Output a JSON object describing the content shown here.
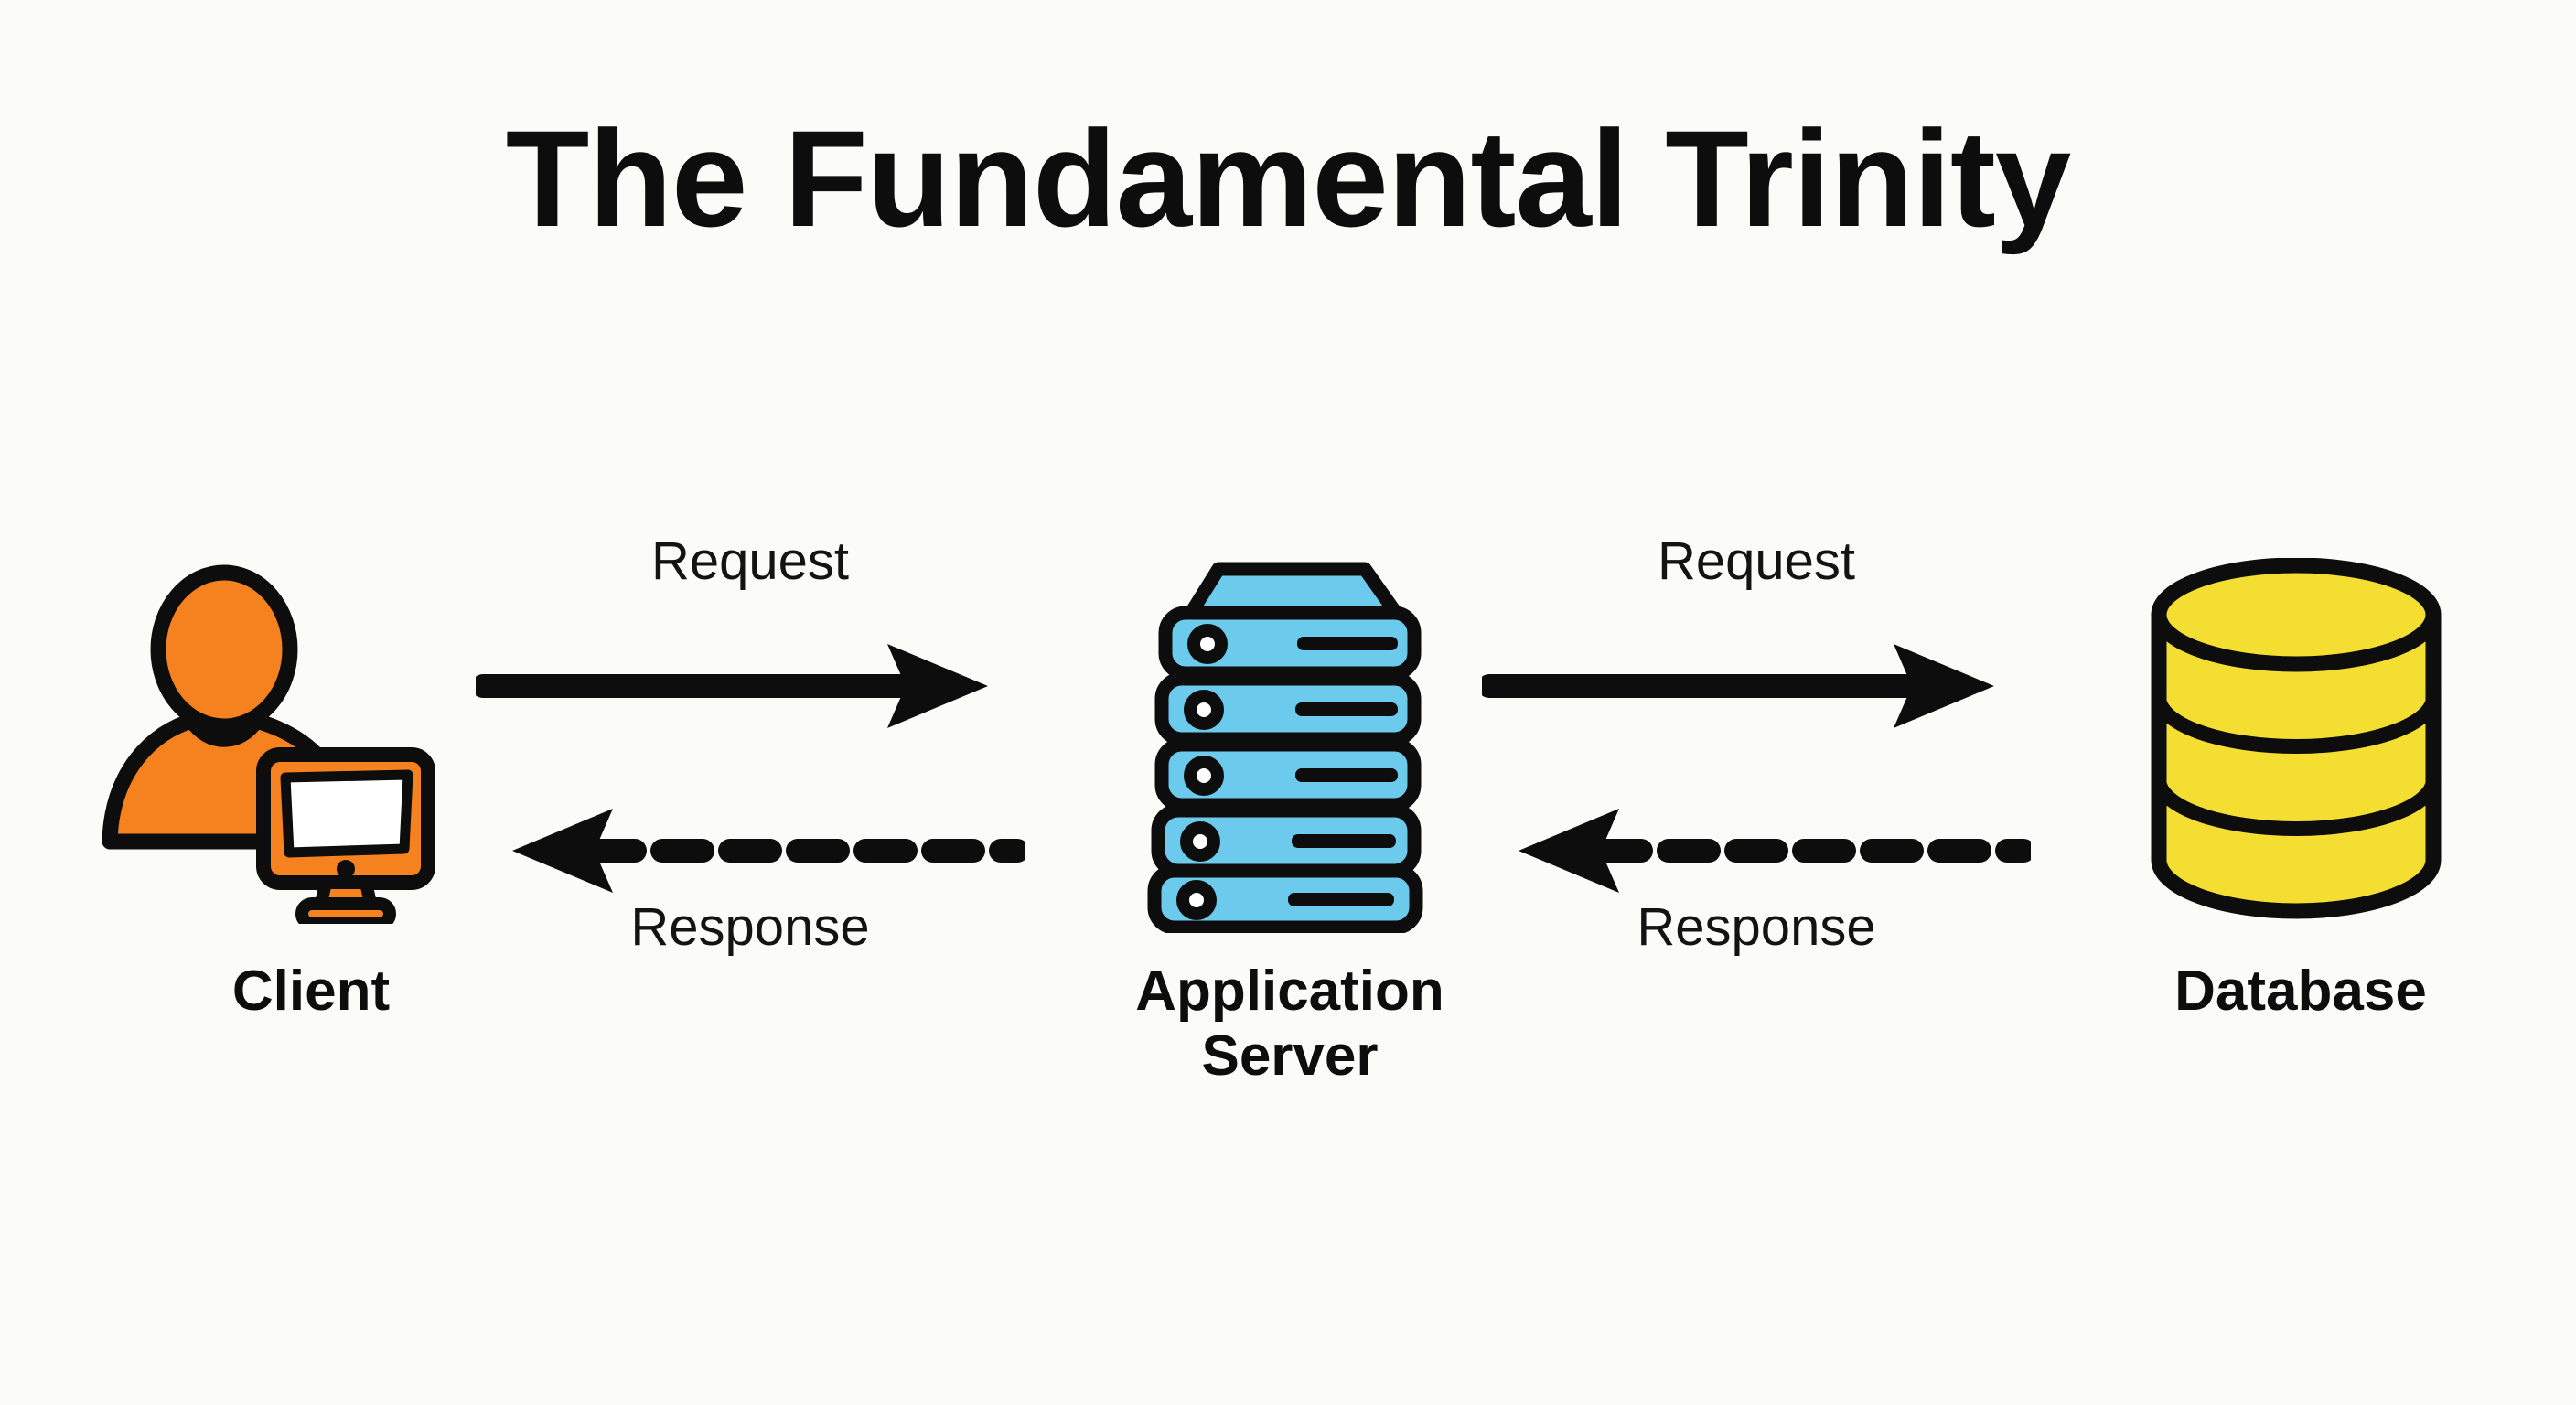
{
  "page": {
    "title": "The Fundamental Trinity",
    "background_color": "#fbfbf8",
    "style": "hand-drawn flat architecture diagram"
  },
  "colors": {
    "ink": "#0d0d0d",
    "client_orange": "#F5821F",
    "server_blue": "#6CCBEC",
    "database_yellow": "#F5DE32",
    "screen_white": "#ffffff"
  },
  "nodes": [
    {
      "id": "client",
      "label": "Client",
      "icon": "person-with-monitor-icon",
      "color": "#F5821F"
    },
    {
      "id": "application-server",
      "label": "Application\nServer",
      "icon": "server-rack-stack-icon",
      "color": "#6CCBEC",
      "rack_units": 5
    },
    {
      "id": "database",
      "label": "Database",
      "icon": "database-cylinder-icon",
      "color": "#F5DE32",
      "disk_bands": 3
    }
  ],
  "flows": [
    {
      "id": "client-server",
      "from": "client",
      "to": "application-server",
      "request_label": "Request",
      "request_direction": "right",
      "request_style": "solid",
      "response_label": "Response",
      "response_direction": "left",
      "response_style": "dashed"
    },
    {
      "id": "server-database",
      "from": "application-server",
      "to": "database",
      "request_label": "Request",
      "request_direction": "right",
      "request_style": "solid",
      "response_label": "Response",
      "response_direction": "left",
      "response_style": "dashed"
    }
  ]
}
